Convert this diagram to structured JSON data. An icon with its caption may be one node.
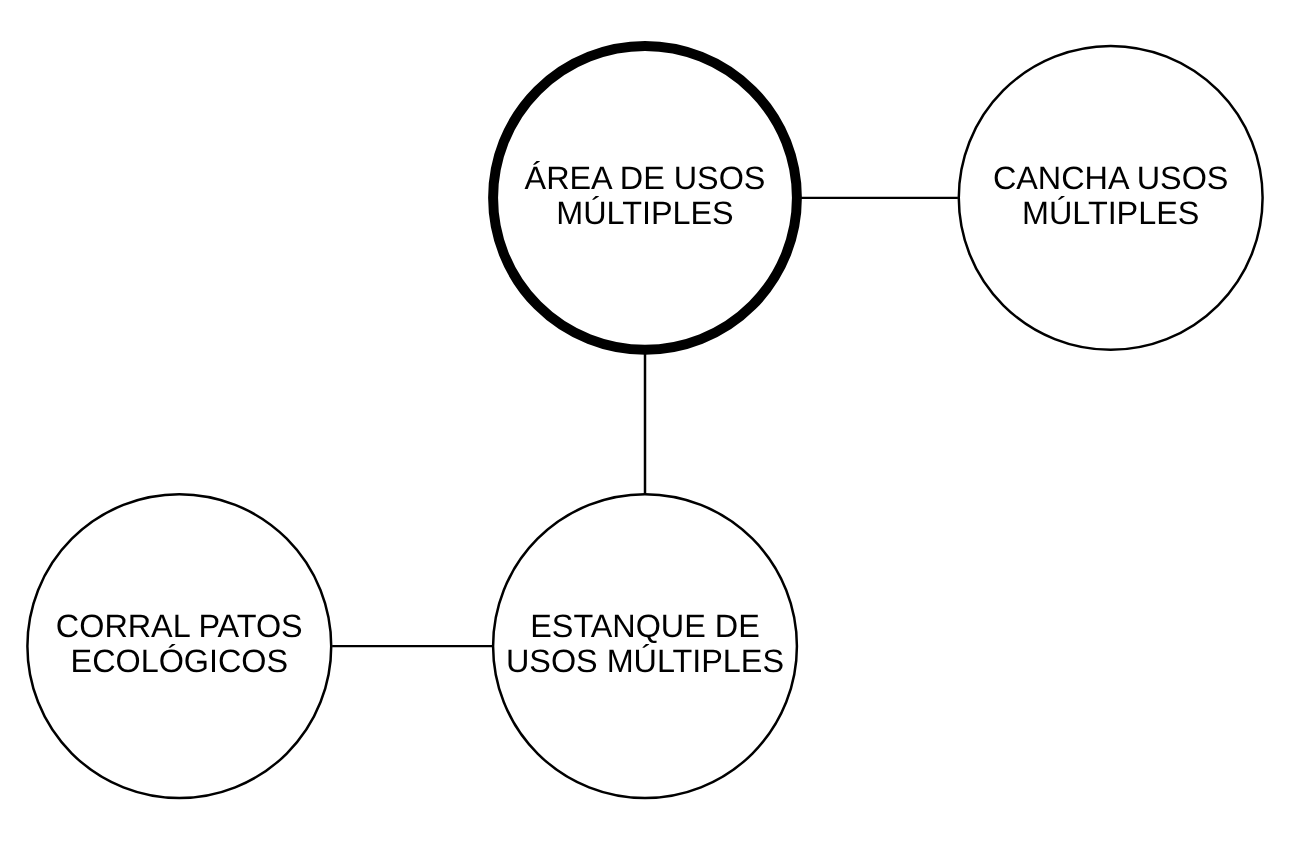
{
  "diagram": {
    "nodes": [
      {
        "text": [
          "ÁREA DE USOS MÚLTIPLES"
        ]
      },
      {
        "text": [
          "CANCHA USOS MÚLTIPLES"
        ]
      },
      {
        "text": [
          "ESTANQUE DE USOS MÚLTIPLES"
        ]
      },
      {
        "text": [
          "CORRAL PATOS ECOLÓGICOS"
        ]
      }
    ],
    "edges": [
      {
        "from": 0,
        "to": 1,
        "arrow": "none"
      },
      {
        "from": 0,
        "to": 2,
        "arrow": "none"
      },
      {
        "from": 3,
        "to": 2,
        "arrow": "none"
      }
    ]
  }
}
